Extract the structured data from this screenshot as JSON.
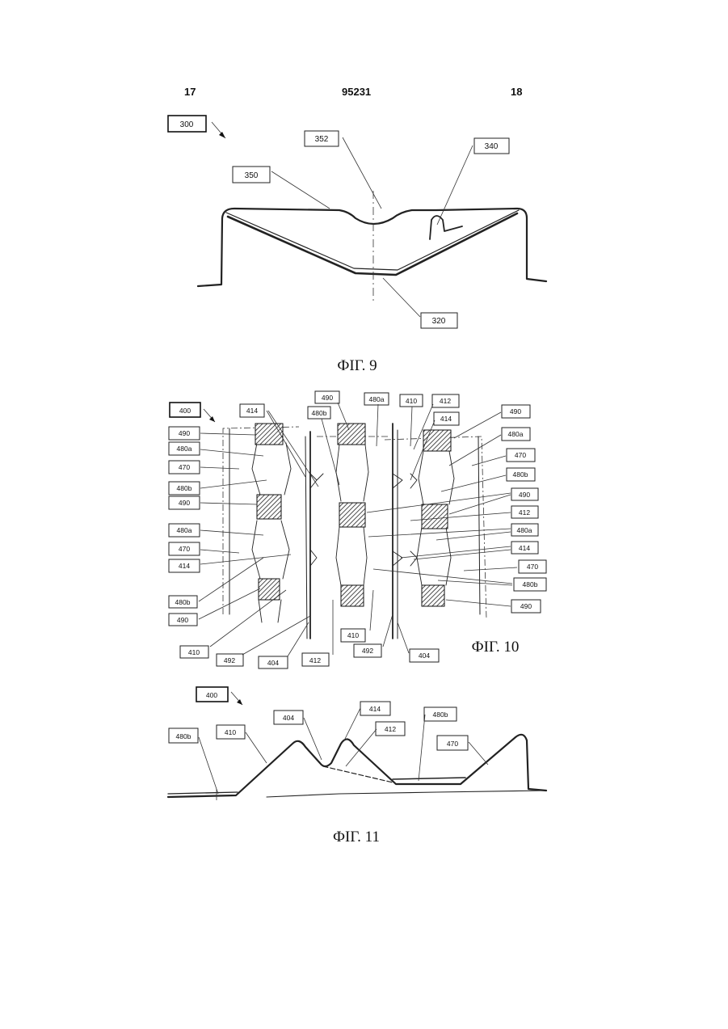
{
  "header": {
    "left_page": "17",
    "doc_number": "95231",
    "right_page": "18"
  },
  "fig9": {
    "caption": "ФІГ. 9",
    "labels": {
      "l300": "300",
      "l352": "352",
      "l340": "340",
      "l350": "350",
      "l320": "320"
    }
  },
  "fig10": {
    "caption": "ФІГ. 10",
    "labels": {
      "l400": "400",
      "l414a": "414",
      "l490a": "490",
      "l480b_t": "480b",
      "l480a_t": "480a",
      "l410_t": "410",
      "l412_t": "412",
      "l414_t": "414",
      "l490_tr": "490",
      "l480a_r": "480a",
      "l470_r": "470",
      "l480b_r": "480b",
      "l490_r2": "490",
      "l412_r": "412",
      "l480a_r2": "480a",
      "l414_r2": "414",
      "l470_r2": "470",
      "l480b_r2": "480b",
      "l490_r3": "490",
      "l490_l1": "490",
      "l480a_l1": "480a",
      "l470_l1": "470",
      "l480b_l1": "480b",
      "l490_l2": "490",
      "l480a_l2": "480a",
      "l470_l2": "470",
      "l414_l": "414",
      "l480b_l3": "480b",
      "l490_l3": "490",
      "l410_b": "410",
      "l492_b": "492",
      "l404_b": "404",
      "l412_b": "412",
      "l410_b2": "410",
      "l492_b2": "492",
      "l404_b2": "404"
    }
  },
  "fig11": {
    "caption": "ФІГ. 11",
    "labels": {
      "l400": "400",
      "l480b_l": "480b",
      "l410": "410",
      "l404": "404",
      "l414": "414",
      "l412": "412",
      "l480b_r": "480b",
      "l470": "470"
    }
  }
}
